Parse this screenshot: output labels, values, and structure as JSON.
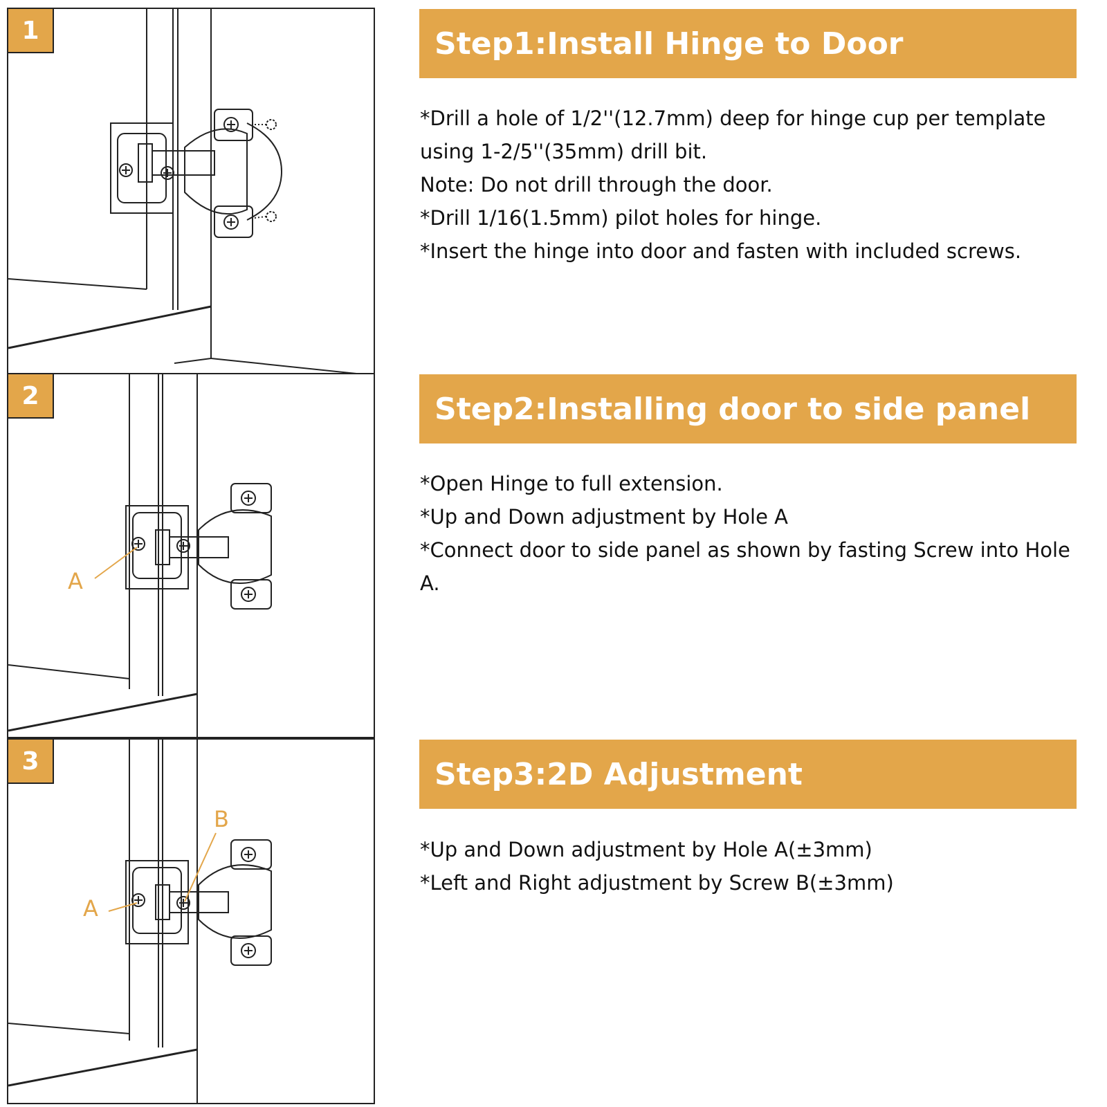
{
  "colors": {
    "accent": "#E3A64A",
    "line": "#222222",
    "text": "#111111"
  },
  "steps": [
    {
      "number": "1",
      "title": "Step1:Install Hinge to Door",
      "lines": [
        "*Drill a hole of 1/2''(12.7mm) deep for hinge cup per template using 1-2/5''(35mm) drill bit.",
        "Note: Do not drill through the door.",
        "*Drill 1/16(1.5mm) pilot holes for hinge.",
        "*Insert the hinge into door and fasten with included screws."
      ]
    },
    {
      "number": "2",
      "title": "Step2:Installing door to side panel",
      "lines": [
        "*Open Hinge to full extension.",
        "*Up and Down adjustment by Hole A",
        "*Connect door to side panel as shown by fasting Screw into Hole A."
      ],
      "callouts": [
        "A"
      ]
    },
    {
      "number": "3",
      "title": "Step3:2D Adjustment",
      "lines": [
        "*Up and Down adjustment by Hole A(±3mm)",
        "*Left and Right adjustment by Screw B(±3mm)"
      ],
      "callouts": [
        "A",
        "B"
      ]
    }
  ]
}
